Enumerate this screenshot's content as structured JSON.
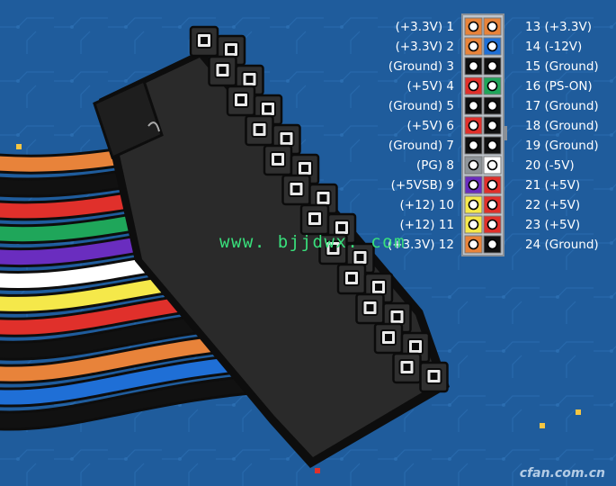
{
  "watermark_text": "www. bjjdwx. com",
  "logo_text": "cfan.com.cn",
  "colors": {
    "background": "#1f5c9c",
    "connector": "#2a2a2a",
    "pinout_frame": "#bfc5cc"
  },
  "pinout": {
    "left": [
      {
        "label": "(+3.3V) 1",
        "color": "#e8833a"
      },
      {
        "label": "(+3.3V) 2",
        "color": "#e8833a"
      },
      {
        "label": "(Ground)  3",
        "color": "#111111"
      },
      {
        "label": "(+5V) 4",
        "color": "#e0302b"
      },
      {
        "label": "(Ground) 5",
        "color": "#111111"
      },
      {
        "label": "(+5V) 6",
        "color": "#e0302b"
      },
      {
        "label": "(Ground) 7",
        "color": "#111111"
      },
      {
        "label": "(PG) 8",
        "color": "#8e9499"
      },
      {
        "label": "(+5VSB) 9",
        "color": "#6a2dbf"
      },
      {
        "label": "(+12) 10",
        "color": "#f5e84a"
      },
      {
        "label": "(+12)  11",
        "color": "#f5e84a"
      },
      {
        "label": "(+3.3V) 12",
        "color": "#e8833a"
      }
    ],
    "right": [
      {
        "label": "13 (+3.3V)",
        "color": "#e8833a"
      },
      {
        "label": "14 (-12V)",
        "color": "#1f6fd6"
      },
      {
        "label": "15 (Ground)",
        "color": "#111111"
      },
      {
        "label": "16 (PS-ON)",
        "color": "#1fa65a"
      },
      {
        "label": "17 (Ground)",
        "color": "#111111"
      },
      {
        "label": "18 (Ground)",
        "color": "#111111"
      },
      {
        "label": "19 (Ground)",
        "color": "#111111"
      },
      {
        "label": "20 (-5V)",
        "color": "#ffffff"
      },
      {
        "label": "21 (+5V)",
        "color": "#e0302b"
      },
      {
        "label": "22 (+5V)",
        "color": "#e0302b"
      },
      {
        "label": "23 (+5V)",
        "color": "#e0302b"
      },
      {
        "label": "24 (Ground)",
        "color": "#111111"
      }
    ]
  },
  "cables": [
    "#e8833a",
    "#111111",
    "#e0302b",
    "#1fa65a",
    "#6a2dbf",
    "#ffffff",
    "#f5e84a",
    "#e0302b",
    "#111111",
    "#e8833a",
    "#1f6fd6",
    "#111111"
  ]
}
